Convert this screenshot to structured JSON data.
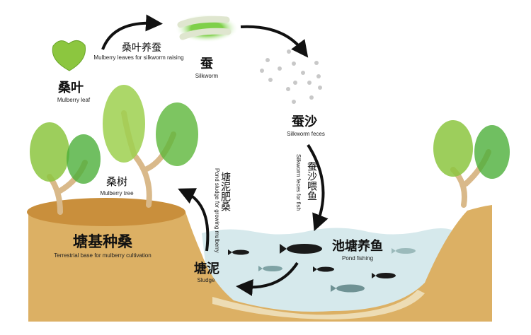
{
  "colors": {
    "soil": "#dcb064",
    "soil_top": "#c98f3c",
    "water": "#d6e9ec",
    "arrow": "#111111",
    "leaf": "#7dbb35",
    "fish_dark": "#1a1a1a",
    "fish_light": "#7fa3a5",
    "feces": "#c8c8c8"
  },
  "nodes": {
    "leaf": {
      "zh": "桑叶",
      "en": "Mulberry leaf"
    },
    "silkworm": {
      "zh": "蚕",
      "en": "Silkworm"
    },
    "feces": {
      "zh": "蚕沙",
      "en": "Silkworm feces"
    },
    "tree": {
      "zh": "桑树",
      "en": "Mulberry tree"
    },
    "base": {
      "zh": "塘基种桑",
      "en": "Terrestrial base for mulberry cultivation"
    },
    "sludge": {
      "zh": "塘泥",
      "en": "Sludge"
    },
    "pond": {
      "zh": "池塘养鱼",
      "en": "Pond fishing"
    }
  },
  "flows": {
    "leaf_to_silkworm": {
      "zh": "桑叶养蚕",
      "en": "Mulberry leaves for silkworm raising"
    },
    "feces_to_fish": {
      "zh": "蚕沙喂鱼",
      "en": "Silkworm feces for fish"
    },
    "sludge_to_mulberry": {
      "zh": "塘泥肥桑",
      "en": "Pond sludge for growing mulberry"
    }
  }
}
